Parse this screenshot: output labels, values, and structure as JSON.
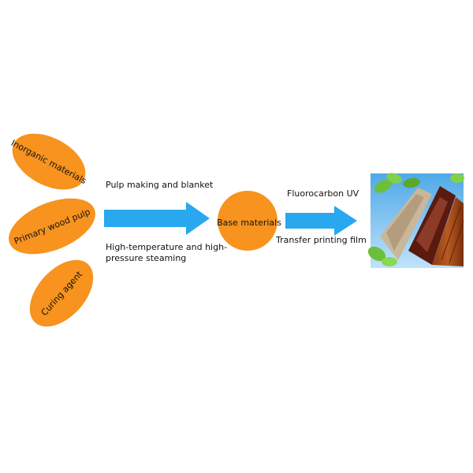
{
  "inputs": [
    {
      "label": "Inorganic materials"
    },
    {
      "label": "Primary wood pulp"
    },
    {
      "label": "Curing agent"
    }
  ],
  "process_1": {
    "label_top": "Pulp making and blanket",
    "label_bottom": "High-temperature and high-pressure steaming"
  },
  "intermediate": {
    "label": "Base materials"
  },
  "process_2": {
    "label_top": "Fluorocarbon UV",
    "label_bottom": "Transfer printing film"
  },
  "colors": {
    "ellipse_fill": "#f7931e",
    "arrow_fill": "#29a8f0",
    "circle_fill": "#f7931e"
  }
}
